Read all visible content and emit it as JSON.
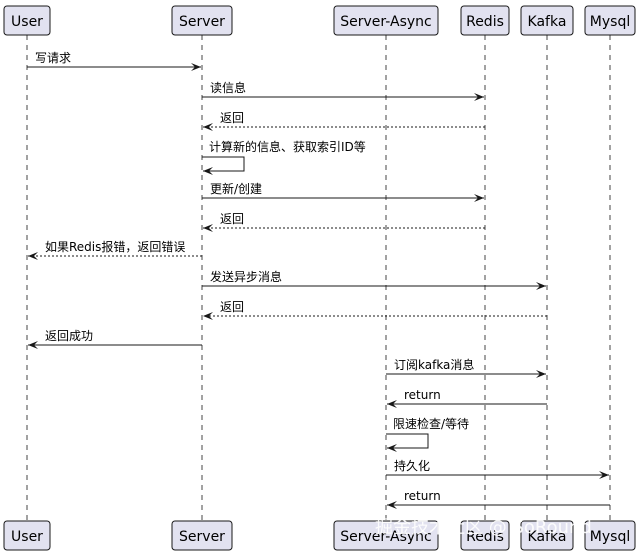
{
  "participants": [
    {
      "id": "user",
      "label": "User"
    },
    {
      "id": "server",
      "label": "Server"
    },
    {
      "id": "server_async",
      "label": "Server-Async"
    },
    {
      "id": "redis",
      "label": "Redis"
    },
    {
      "id": "kafka",
      "label": "Kafka"
    },
    {
      "id": "mysql",
      "label": "Mysql"
    }
  ],
  "messages": [
    {
      "from": "user",
      "to": "server",
      "label": "写请求",
      "style": "solid"
    },
    {
      "from": "server",
      "to": "redis",
      "label": "读信息",
      "style": "solid"
    },
    {
      "from": "redis",
      "to": "server",
      "label": "返回",
      "style": "dashed"
    },
    {
      "from": "server",
      "to": "server",
      "label": "计算新的信息、获取索引ID等",
      "style": "self"
    },
    {
      "from": "server",
      "to": "redis",
      "label": "更新/创建",
      "style": "solid"
    },
    {
      "from": "redis",
      "to": "server",
      "label": "返回",
      "style": "dashed"
    },
    {
      "from": "server",
      "to": "user",
      "label": "如果Redis报错，返回错误",
      "style": "dashed"
    },
    {
      "from": "server",
      "to": "kafka",
      "label": "发送异步消息",
      "style": "solid"
    },
    {
      "from": "kafka",
      "to": "server",
      "label": "返回",
      "style": "dashed"
    },
    {
      "from": "server",
      "to": "user",
      "label": "返回成功",
      "style": "solid"
    },
    {
      "from": "server_async",
      "to": "kafka",
      "label": "订阅kafka消息",
      "style": "solid"
    },
    {
      "from": "kafka",
      "to": "server_async",
      "label": "return",
      "style": "solid"
    },
    {
      "from": "server_async",
      "to": "server_async",
      "label": "限速检查/等待",
      "style": "self"
    },
    {
      "from": "server_async",
      "to": "mysql",
      "label": "持久化",
      "style": "solid"
    },
    {
      "from": "mysql",
      "to": "server_async",
      "label": "return",
      "style": "solid"
    }
  ],
  "watermark": "掘金技术社区 @ SoRound"
}
